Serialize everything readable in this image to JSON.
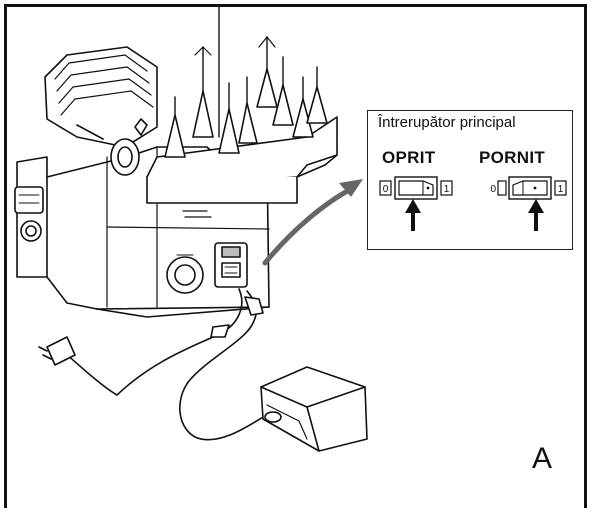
{
  "switch_inset": {
    "title": "Întrerupător principal",
    "off_label": "OPRIT",
    "on_label": "PORNIT",
    "off_symbol": "0",
    "on_symbol": "1"
  },
  "figure_label": "A",
  "colors": {
    "line": "#111111",
    "shade": "#bdbdbd",
    "arrow": "#666666",
    "background": "#ffffff"
  }
}
